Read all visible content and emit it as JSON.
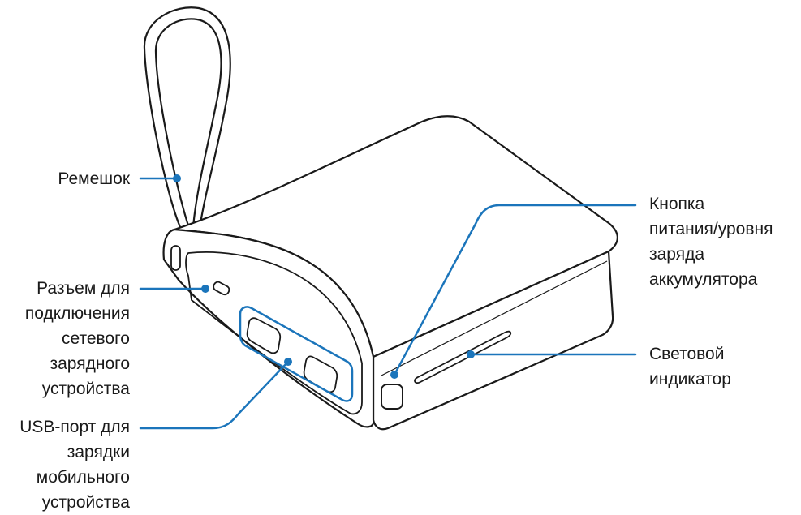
{
  "labels": {
    "strap": "Ремешок",
    "charger_port": "Разъем для\nподключения\nсетевого\nзарядного\nустройства",
    "usb_port": "USB-порт для\nзарядки\nмобильного\nустройства",
    "power_button": "Кнопка\nпитания/уровня\nзаряда\nаккумулятора",
    "led_indicator": "Световой\nиндикатор"
  },
  "colors": {
    "callout": "#1b75bb",
    "outline": "#1a1a1a",
    "text": "#1a1a1a"
  }
}
